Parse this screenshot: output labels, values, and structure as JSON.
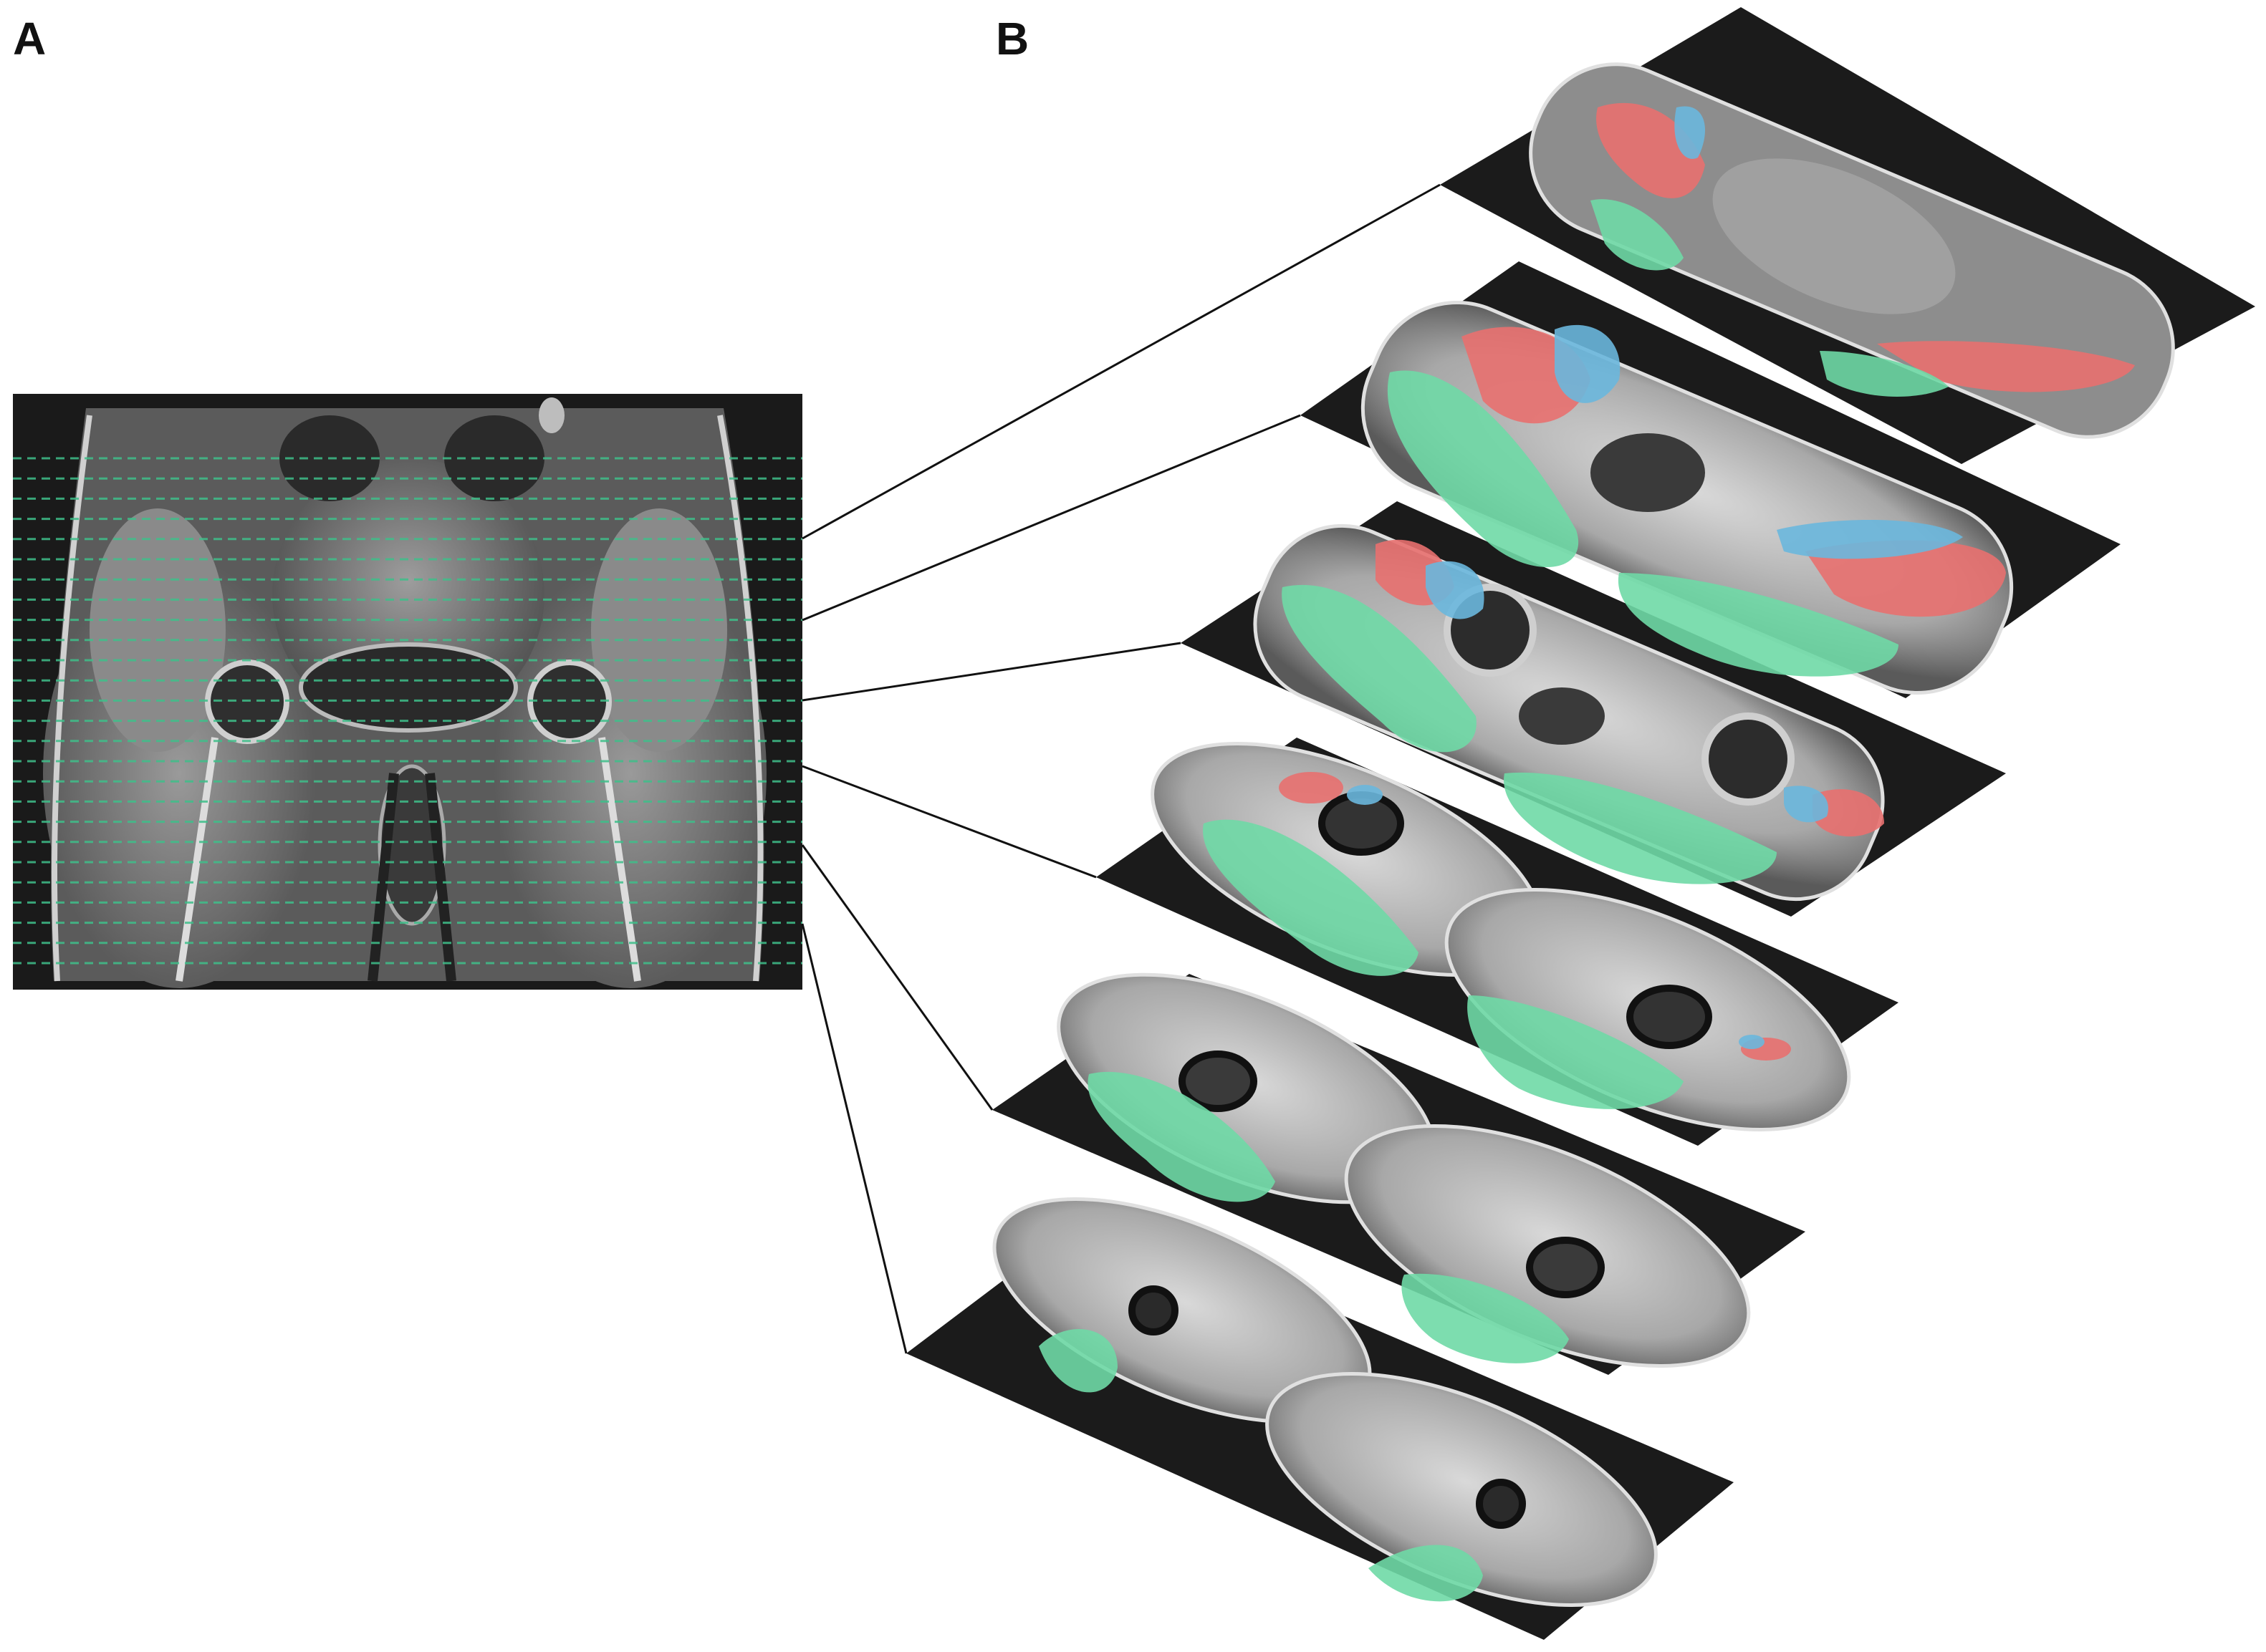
{
  "panels": {
    "a": {
      "label": "A"
    },
    "b": {
      "label": "B"
    }
  },
  "colors": {
    "background": "#ffffff",
    "slice_guide": "#3fbf8a",
    "segment_green": "#6fd9a6",
    "segment_red": "#e8706f",
    "segment_blue": "#6ab7dd",
    "connector": "#111111",
    "scan_dark": "#1b1b1b"
  },
  "segmentation_legend": [
    {
      "color": "#6fd9a6",
      "icon": "green-segment-icon"
    },
    {
      "color": "#e8706f",
      "icon": "red-segment-icon"
    },
    {
      "color": "#6ab7dd",
      "icon": "blue-segment-icon"
    }
  ],
  "coronal_slice_count": 26,
  "axial_slice_count": 6
}
